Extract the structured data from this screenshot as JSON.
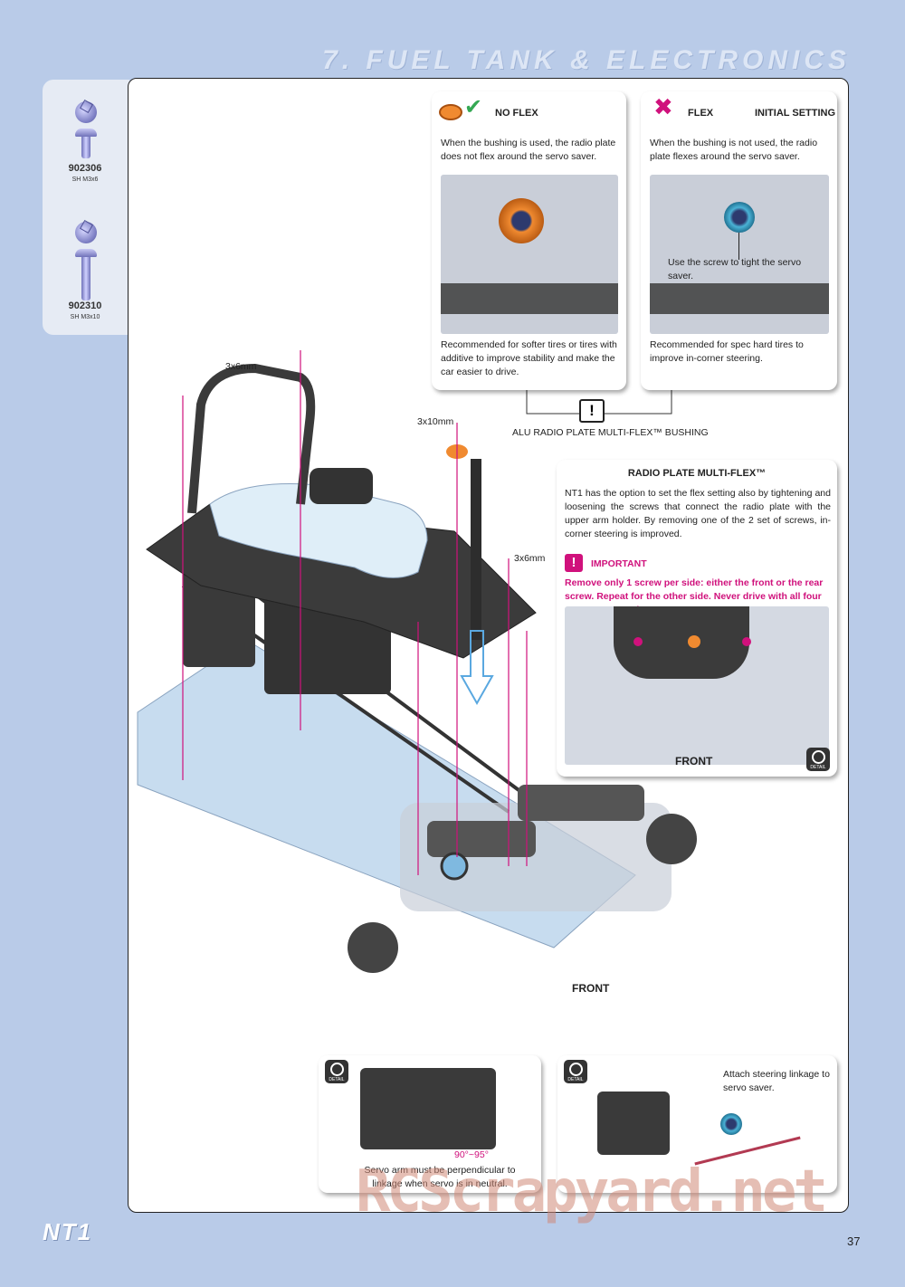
{
  "section_title": "7. FUEL TANK & ELECTRONICS",
  "sidebar": {
    "screws": [
      {
        "code": "902306",
        "desc": "SH M3x6"
      },
      {
        "code": "902310",
        "desc": "SH M3x10"
      }
    ]
  },
  "no_flex_card": {
    "title": "NO FLEX",
    "text": "When the bushing is used, the radio plate does not flex around the servo saver.",
    "caption": "Recommended for softer tires or tires with additive to improve stability and make the car easier to drive."
  },
  "flex_card": {
    "title": "FLEX",
    "title_right": "INITIAL SETTING",
    "text": "When the bushing is not used, the radio plate flexes around the servo saver.",
    "photo_label": "Use the screw to tight the servo saver.",
    "caption": "Recommended for spec hard tires to improve in-corner steering."
  },
  "labels": {
    "screw_3x6_a": "3x6mm",
    "screw_3x10": "3x10mm",
    "bushing": "ALU RADIO PLATE MULTI-FLEX™ BUSHING",
    "screw_3x6_b": "3x6mm",
    "warn_mark": "!",
    "front_main": "FRONT"
  },
  "multiflex_card": {
    "title": "RADIO PLATE MULTI-FLEX™",
    "text": "NT1 has the option to set the flex setting also by tightening and loosening the screws that connect the radio plate with the upper arm holder. By removing one of the 2 set of screws, in-corner steering is improved.",
    "important_label": "IMPORTANT",
    "important_text": "Remove only 1 screw per side: either the front or the rear screw. Repeat for the other side. Never drive with all four screws removed.",
    "front_label": "FRONT",
    "detail_label": "DETAIL"
  },
  "detail_left": {
    "badge": "DETAIL",
    "angle": "90°~95°",
    "caption": "Servo arm must be perpendicular to linkage when servo is in neutral."
  },
  "detail_right": {
    "badge": "DETAIL",
    "caption": "Attach steering linkage to servo saver."
  },
  "footer": {
    "logo": "NT1",
    "page_number": "37",
    "watermark": "RCScrapyard.net"
  }
}
